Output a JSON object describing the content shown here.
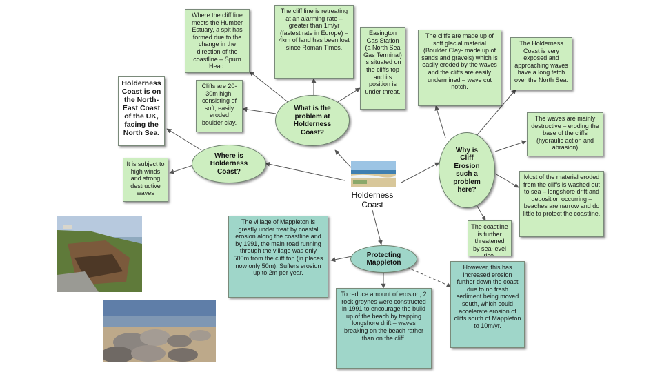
{
  "center": {
    "title": "Holderness\nCoast"
  },
  "nodes": {
    "where": "Where is\nHolderness\nCoast?",
    "problem": "What is the\nproblem at\nHolderness\nCoast?",
    "why": "Why is\nCliff\nErosion\nsuch a\nproblem\nhere?",
    "protecting": "Protecting\nMappleton"
  },
  "boxes": {
    "spit": "Where the cliff line meets the Humber Estuary, a spit has formed due to the change in the direction of the coastline – Spurn Head.",
    "retreating": "The cliff line is retreating at an alarming rate – greater than 1m/yr (fastest rate in Europe) – 4km of land has been lost since Roman Times.",
    "easington": "Easington Gas Station (a North Sea Gas Terminal) is situated on the cliffs top and its position is under threat.",
    "cliffs_height": "Cliffs are 20-30m high, consisting of soft, easily eroded boulder clay.",
    "location": "Holderness Coast is on the North-East Coast of the UK, facing the North Sea.",
    "winds": "It is subject to high winds and strong destructive waves",
    "boulder_clay": "The cliffs are made up of soft glacial material (Boulder Clay- made up of sands and gravels) which is easily eroded by the waves and the cliffs are easily undermined – wave cut notch.",
    "fetch": "The Holderness Coast is very exposed and approaching waves have a long fetch over the North Sea.",
    "destructive": "The waves are mainly destructive – eroding the base of the cliffs (hydraulic action and abrasion)",
    "longshore": "Most of the material eroded from the cliffs is washed out to sea – longshore drift and deposition occurring – beaches are narrow and do little to protect the coastline.",
    "sealevel": "The coastline is further threatened by sea-level rise.",
    "mappleton_village": "The village of Mappleton is greatly under treat by coastal erosion along the coastline and by 1991, the main road running through the village was only 500m from the cliff top (in places now only 50m). Suffers erosion up to 2m per year.",
    "groynes": "To reduce amount of erosion, 2 rock groynes were constructed in 1991 to encourage the build up of the beach by trapping longshore drift – waves breaking on the beach rather than on the cliff.",
    "however": "However, this has increased erosion further down the coast due to no fresh sediment being moved south, which could accelerate erosion of cliffs south of Mappleton to 10m/yr."
  },
  "photos": [
    "beach-photo",
    "cliff-erosion-photo",
    "rock-groyne-photo"
  ],
  "colors": {
    "green_box": "#cdeec0",
    "teal_box": "#9fd6c9",
    "arrow": "#555555"
  }
}
